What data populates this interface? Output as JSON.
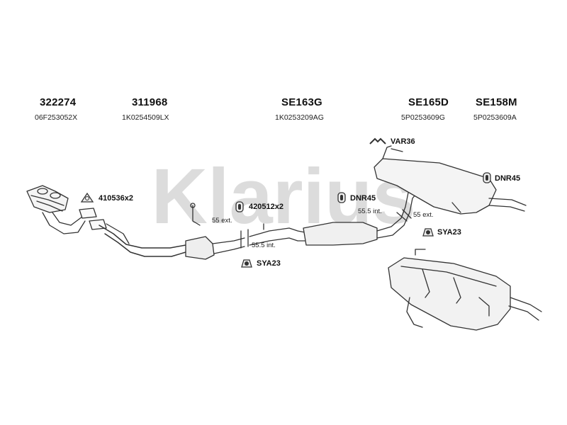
{
  "watermark": "Klarius",
  "part_numbers": [
    {
      "number": "322274",
      "oem": "06F253052X"
    },
    {
      "number": "311968",
      "oem": "1K0254509LX"
    },
    {
      "number": "SE163G",
      "oem": "1K0253209AG"
    },
    {
      "number": "SE165D",
      "oem": "5P0253609G"
    },
    {
      "number": "SE158M",
      "oem": "5P0253609A"
    }
  ],
  "callouts": {
    "gasket_cat": "410536x2",
    "clamp": "420512x2",
    "dnr_center": "DNR45",
    "dnr_right": "DNR45",
    "var": "VAR36",
    "sya_center": "SYA23",
    "sya_right": "SYA23"
  },
  "notes": {
    "ext_left": "55 ext.",
    "int_left": "55.5 int.",
    "int_right": "55.5 int.",
    "ext_right": "55 ext."
  },
  "colors": {
    "watermark": "#d9d9d9",
    "line": "#333333"
  }
}
